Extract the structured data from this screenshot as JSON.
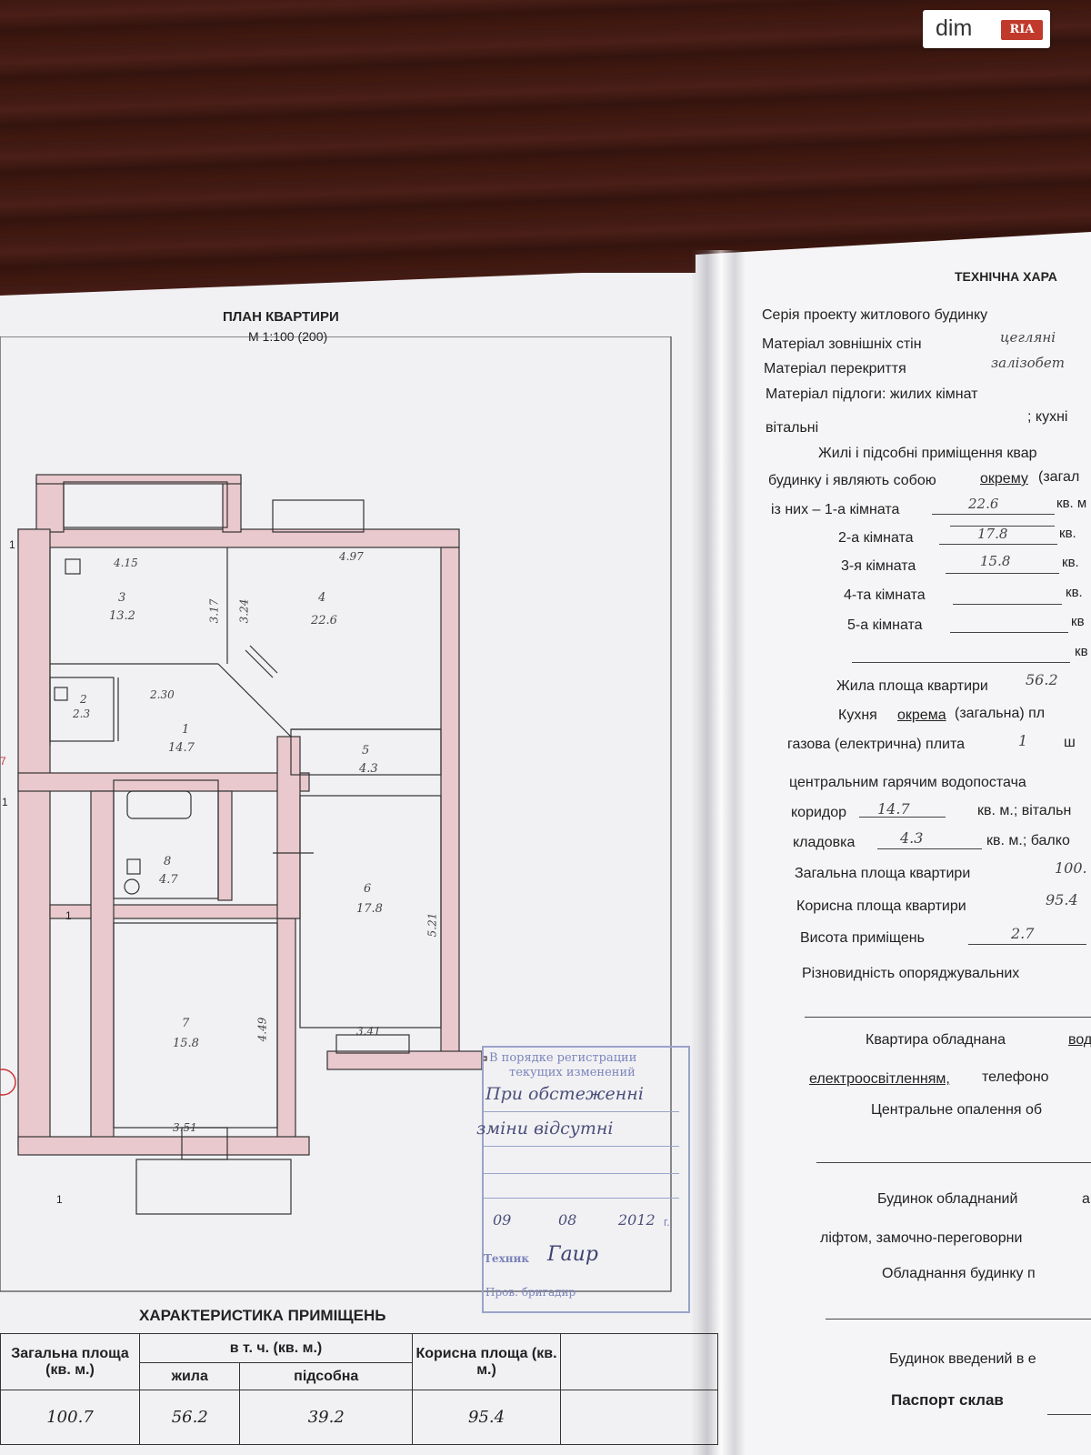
{
  "watermark": {
    "dim": "dim",
    "ria": "RIA"
  },
  "plan": {
    "title": "ПЛАН КВАРТИРИ",
    "scale": "М 1:100 (200)",
    "rooms": [
      {
        "num": "1",
        "area": "14.7"
      },
      {
        "num": "2",
        "area": "2.3"
      },
      {
        "num": "3",
        "area": "13.2"
      },
      {
        "num": "4",
        "area": "22.6"
      },
      {
        "num": "5",
        "area": "4.3"
      },
      {
        "num": "6",
        "area": "17.8"
      },
      {
        "num": "7",
        "area": "15.8"
      },
      {
        "num": "8",
        "area": "4.7"
      }
    ],
    "dims": [
      "4.15",
      "4.97",
      "3.17",
      "3.24",
      "2.30",
      "5.21",
      "3.41",
      "4.49",
      "3.51"
    ],
    "markers": [
      "1",
      "1",
      "1",
      "1",
      "7"
    ]
  },
  "stamp": {
    "line1": "В порядке регистрации",
    "line2": "текущих изменений",
    "hand1": "При обстеженні",
    "hand2": "зміни відсутні",
    "date_day": "09",
    "date_month": "08",
    "date_year": "2012",
    "date_suffix": "г.",
    "tech_label": "Техник",
    "signature": "Гаир",
    "brig_label": "Пров. бригадир"
  },
  "characteristics": {
    "title": "ХАРАКТЕРИСТИКА ПРИМІЩЕНЬ",
    "col_total": "Загальна площа (кв. м.)",
    "col_incl": "в т. ч. (кв. м.)",
    "col_living": "жила",
    "col_aux": "підсобна",
    "col_useful": "Корисна площа (кв. м.)",
    "total": "100.7",
    "living": "56.2",
    "aux": "39.2",
    "useful": "95.4"
  },
  "tech": {
    "title": "ТЕХНІЧНА ХАРА",
    "l1": "Серія проекту житлового будинку",
    "l2": "Матеріал зовнішніх стін",
    "l2v": "цегляні",
    "l3": "Матеріал перекриття",
    "l3v": "залізобет",
    "l4": "Матеріал підлоги: жилих кімнат",
    "l5a": "вітальні",
    "l5b": "; кухні",
    "l6": "Жилі і підсобні приміщення квар",
    "l7a": "будинку і являють собою",
    "l7b": "окрему",
    "l7c": "(загал",
    "l8": "із них – 1-а кімната",
    "l8v": "22.6",
    "l8u": "кв. м",
    "l9": "2-а кімната",
    "l9v": "17.8",
    "l9u": "кв.",
    "l10": "3-я кімната",
    "l10v": "15.8",
    "l10u": "кв.",
    "l11": "4-та кімната",
    "l11u": "кв.",
    "l12": "5-а кімната",
    "l12u": "кв",
    "l13u": "кв",
    "l14": "Жила площа квартири",
    "l14v": "56.2",
    "l15a": "Кухня",
    "l15b": "окрема",
    "l15c": "(загальна) пл",
    "l16a": "газова (електрична) плита",
    "l16v": "1",
    "l16b": "ш",
    "l17": "центральним гарячим водопостача",
    "l18": "коридор",
    "l18v": "14.7",
    "l18b": "кв. м.; вітальн",
    "l19": "кладовка",
    "l19v": "4.3",
    "l19b": "кв. м.; балко",
    "l20": "Загальна площа квартири",
    "l20v": "100.",
    "l21": "Корисна площа квартири",
    "l21v": "95.4",
    "l22": "Висота приміщень",
    "l22v": "2.7",
    "l23": "Різновидність опоряджувальних",
    "l24a": "Квартира обладнана",
    "l24b": "вод",
    "l25a": "електроосвітленням,",
    "l25b": "телефоно",
    "l26": "Центральне опалення об",
    "l27": "Будинок обладнаний",
    "l27b": "а",
    "l28": "ліфтом, замочно-переговорни",
    "l29": "Обладнання будинку п",
    "l30": "Будинок введений в е",
    "l31": "Паспорт склав"
  }
}
